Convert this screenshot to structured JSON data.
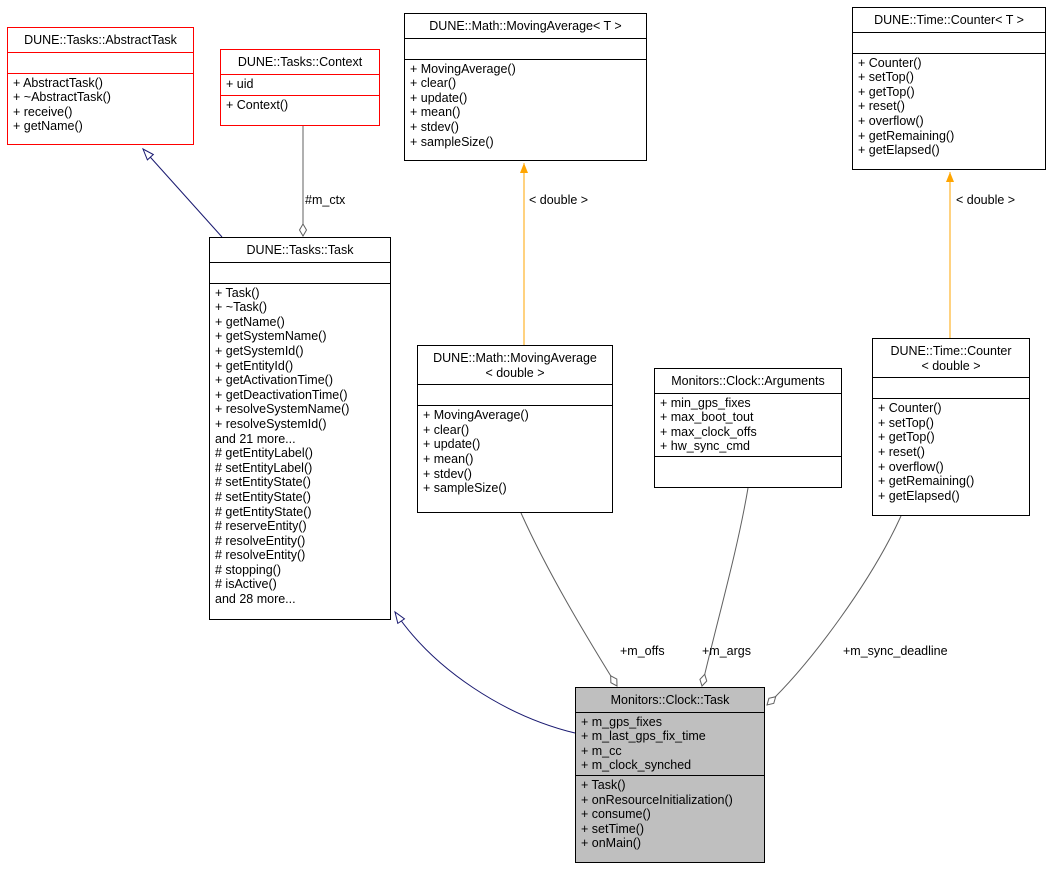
{
  "diagram": {
    "classes": {
      "abstract_task": {
        "title": "DUNE::Tasks::AbstractTask",
        "attributes": [],
        "methods": [
          "+ AbstractTask()",
          "+ ~AbstractTask()",
          "+ receive()",
          "+ getName()"
        ]
      },
      "context": {
        "title": "DUNE::Tasks::Context",
        "attributes": [
          "+ uid"
        ],
        "methods": [
          "+ Context()"
        ]
      },
      "moving_average_t": {
        "title": "DUNE::Math::MovingAverage< T >",
        "attributes": [],
        "methods": [
          "+ MovingAverage()",
          "+ clear()",
          "+ update()",
          "+ mean()",
          "+ stdev()",
          "+ sampleSize()"
        ]
      },
      "counter_t": {
        "title": "DUNE::Time::Counter< T >",
        "attributes": [],
        "methods": [
          "+ Counter()",
          "+ setTop()",
          "+ getTop()",
          "+ reset()",
          "+ overflow()",
          "+ getRemaining()",
          "+ getElapsed()"
        ]
      },
      "task": {
        "title": "DUNE::Tasks::Task",
        "attributes": [],
        "methods": [
          "+ Task()",
          "+ ~Task()",
          "+ getName()",
          "+ getSystemName()",
          "+ getSystemId()",
          "+ getEntityId()",
          "+ getActivationTime()",
          "+ getDeactivationTime()",
          "+ resolveSystemName()",
          "+ resolveSystemId()",
          "and 21 more...",
          "# getEntityLabel()",
          "# setEntityLabel()",
          "# setEntityState()",
          "# setEntityState()",
          "# getEntityState()",
          "# reserveEntity()",
          "# resolveEntity()",
          "# resolveEntity()",
          "# stopping()",
          "# isActive()",
          "and 28 more..."
        ]
      },
      "moving_average_double": {
        "title_line1": "DUNE::Math::MovingAverage",
        "title_line2": "< double >",
        "attributes": [],
        "methods": [
          "+ MovingAverage()",
          "+ clear()",
          "+ update()",
          "+ mean()",
          "+ stdev()",
          "+ sampleSize()"
        ]
      },
      "arguments": {
        "title": "Monitors::Clock::Arguments",
        "attributes": [
          "+ min_gps_fixes",
          "+ max_boot_tout",
          "+ max_clock_offs",
          "+ hw_sync_cmd"
        ],
        "methods": []
      },
      "counter_double": {
        "title_line1": "DUNE::Time::Counter",
        "title_line2": "< double >",
        "attributes": [],
        "methods": [
          "+ Counter()",
          "+ setTop()",
          "+ getTop()",
          "+ reset()",
          "+ overflow()",
          "+ getRemaining()",
          "+ getElapsed()"
        ]
      },
      "clock_task": {
        "title": "Monitors::Clock::Task",
        "attributes": [
          "+ m_gps_fixes",
          "+ m_last_gps_fix_time",
          "+ m_cc",
          "+ m_clock_synched"
        ],
        "methods": [
          "+ Task()",
          "+ onResourceInitialization()",
          "+ consume()",
          "+ setTime()",
          "+ onMain()"
        ]
      }
    },
    "edge_labels": {
      "m_ctx": "#m_ctx",
      "tpl_moving_average": "< double >",
      "tpl_counter": "< double >",
      "m_offs": "+m_offs",
      "m_args": "+m_args",
      "m_sync_deadline": "+m_sync_deadline"
    },
    "colors": {
      "red_border": "#ff0000",
      "black_border": "#000000",
      "gray_fill": "#bfbfbf",
      "edge_gray": "#606060",
      "inheritance_navy": "#191970",
      "template_orange": "#ffa500"
    }
  }
}
